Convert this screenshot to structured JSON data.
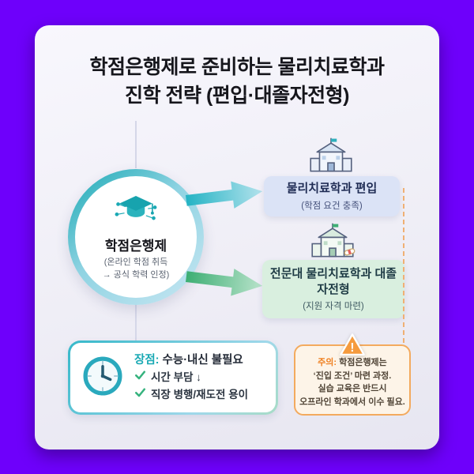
{
  "colors": {
    "purple": "#6e00fb",
    "title": "#16161c",
    "teal": "#19a9b4",
    "green": "#3fae74",
    "box1-bg": "#dbe3f6",
    "box2-bg": "#d9efdf",
    "warning-bg": "#fdf4e8",
    "warning-border": "#f3aa5e",
    "orange": "#ef7f1f",
    "check-green": "#36b37e"
  },
  "title": {
    "line1": "학점은행제로 준비하는 물리치료학과",
    "line2": "진학 전략 (편입·대졸자전형)"
  },
  "hub": {
    "label": "학점은행제",
    "sub_line1": "(온라인 학점 취득",
    "sub_line2": "→ 공식 학력 인정)"
  },
  "path_top": {
    "label": "물리치료학과 편입",
    "sub": "(학점 요건 충족)"
  },
  "path_bottom": {
    "label": "전문대 물리치료학과 대졸자전형",
    "sub": "(지원 자격 마련)"
  },
  "benefits": {
    "label": "장점:",
    "headline": "수능·내신 불필요",
    "items": [
      "시간 부담 ↓",
      "직장 병행/재도전 용이"
    ]
  },
  "warning": {
    "label": "주의:",
    "line1": "학점은행제는",
    "line2": "‘진입 조건’ 마련 과정.",
    "line3": "실습 교육은 반드시",
    "line4": "오프라인 학과에서 이수 필요.",
    "icon_text": "!"
  }
}
